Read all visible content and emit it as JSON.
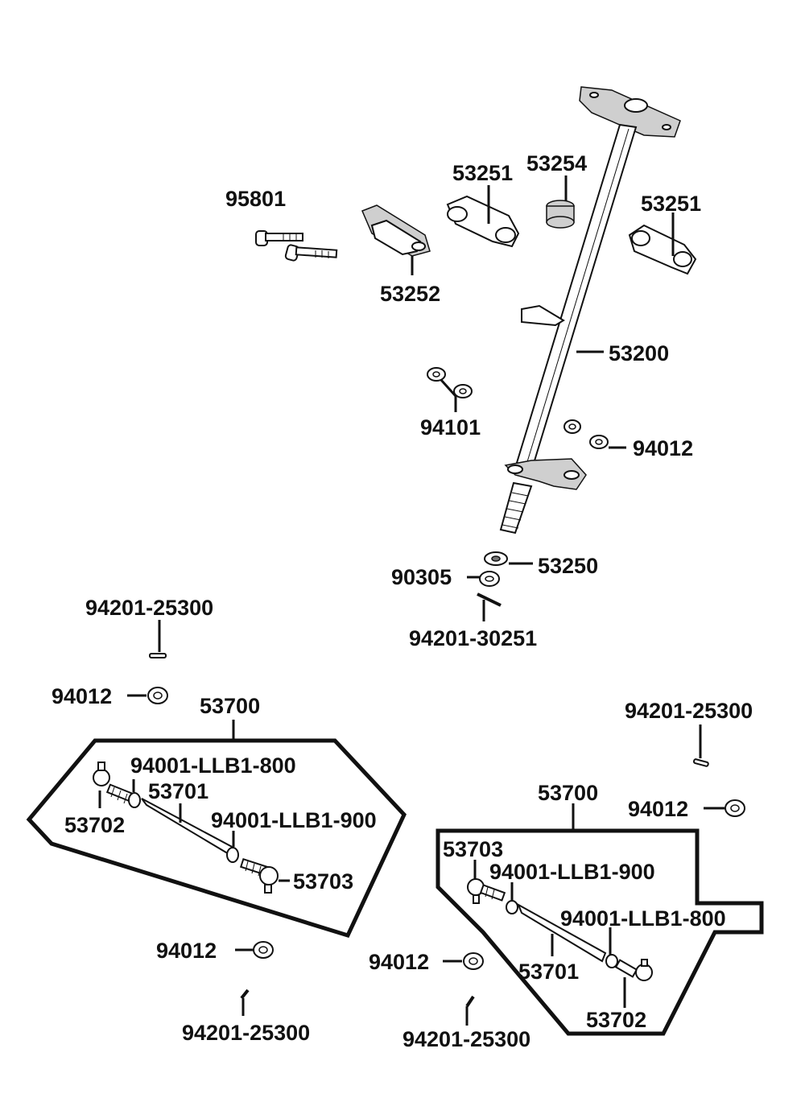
{
  "labels": {
    "p95801": "95801",
    "p53252": "53252",
    "p53251_a": "53251",
    "p53254": "53254",
    "p53251_b": "53251",
    "p53200": "53200",
    "p94101": "94101",
    "p94012_top": "94012",
    "p53250": "53250",
    "p90305": "90305",
    "p94201_30251": "94201-30251",
    "p94201_25300_tl": "94201-25300",
    "p94012_left": "94012",
    "p53700_left": "53700",
    "p94001_800_left": "94001-LLB1-800",
    "p53701_left": "53701",
    "p53702_left": "53702",
    "p94001_900_left": "94001-LLB1-900",
    "p53703_left": "53703",
    "p94012_bl": "94012",
    "p94201_25300_bl": "94201-25300",
    "p94201_25300_tr": "94201-25300",
    "p53700_right": "53700",
    "p94012_right": "94012",
    "p53703_right": "53703",
    "p94001_900_right": "94001-LLB1-900",
    "p94001_800_right": "94001-LLB1-800",
    "p94012_br": "94012",
    "p53701_right": "53701",
    "p53702_right": "53702",
    "p94201_25300_br": "94201-25300"
  }
}
